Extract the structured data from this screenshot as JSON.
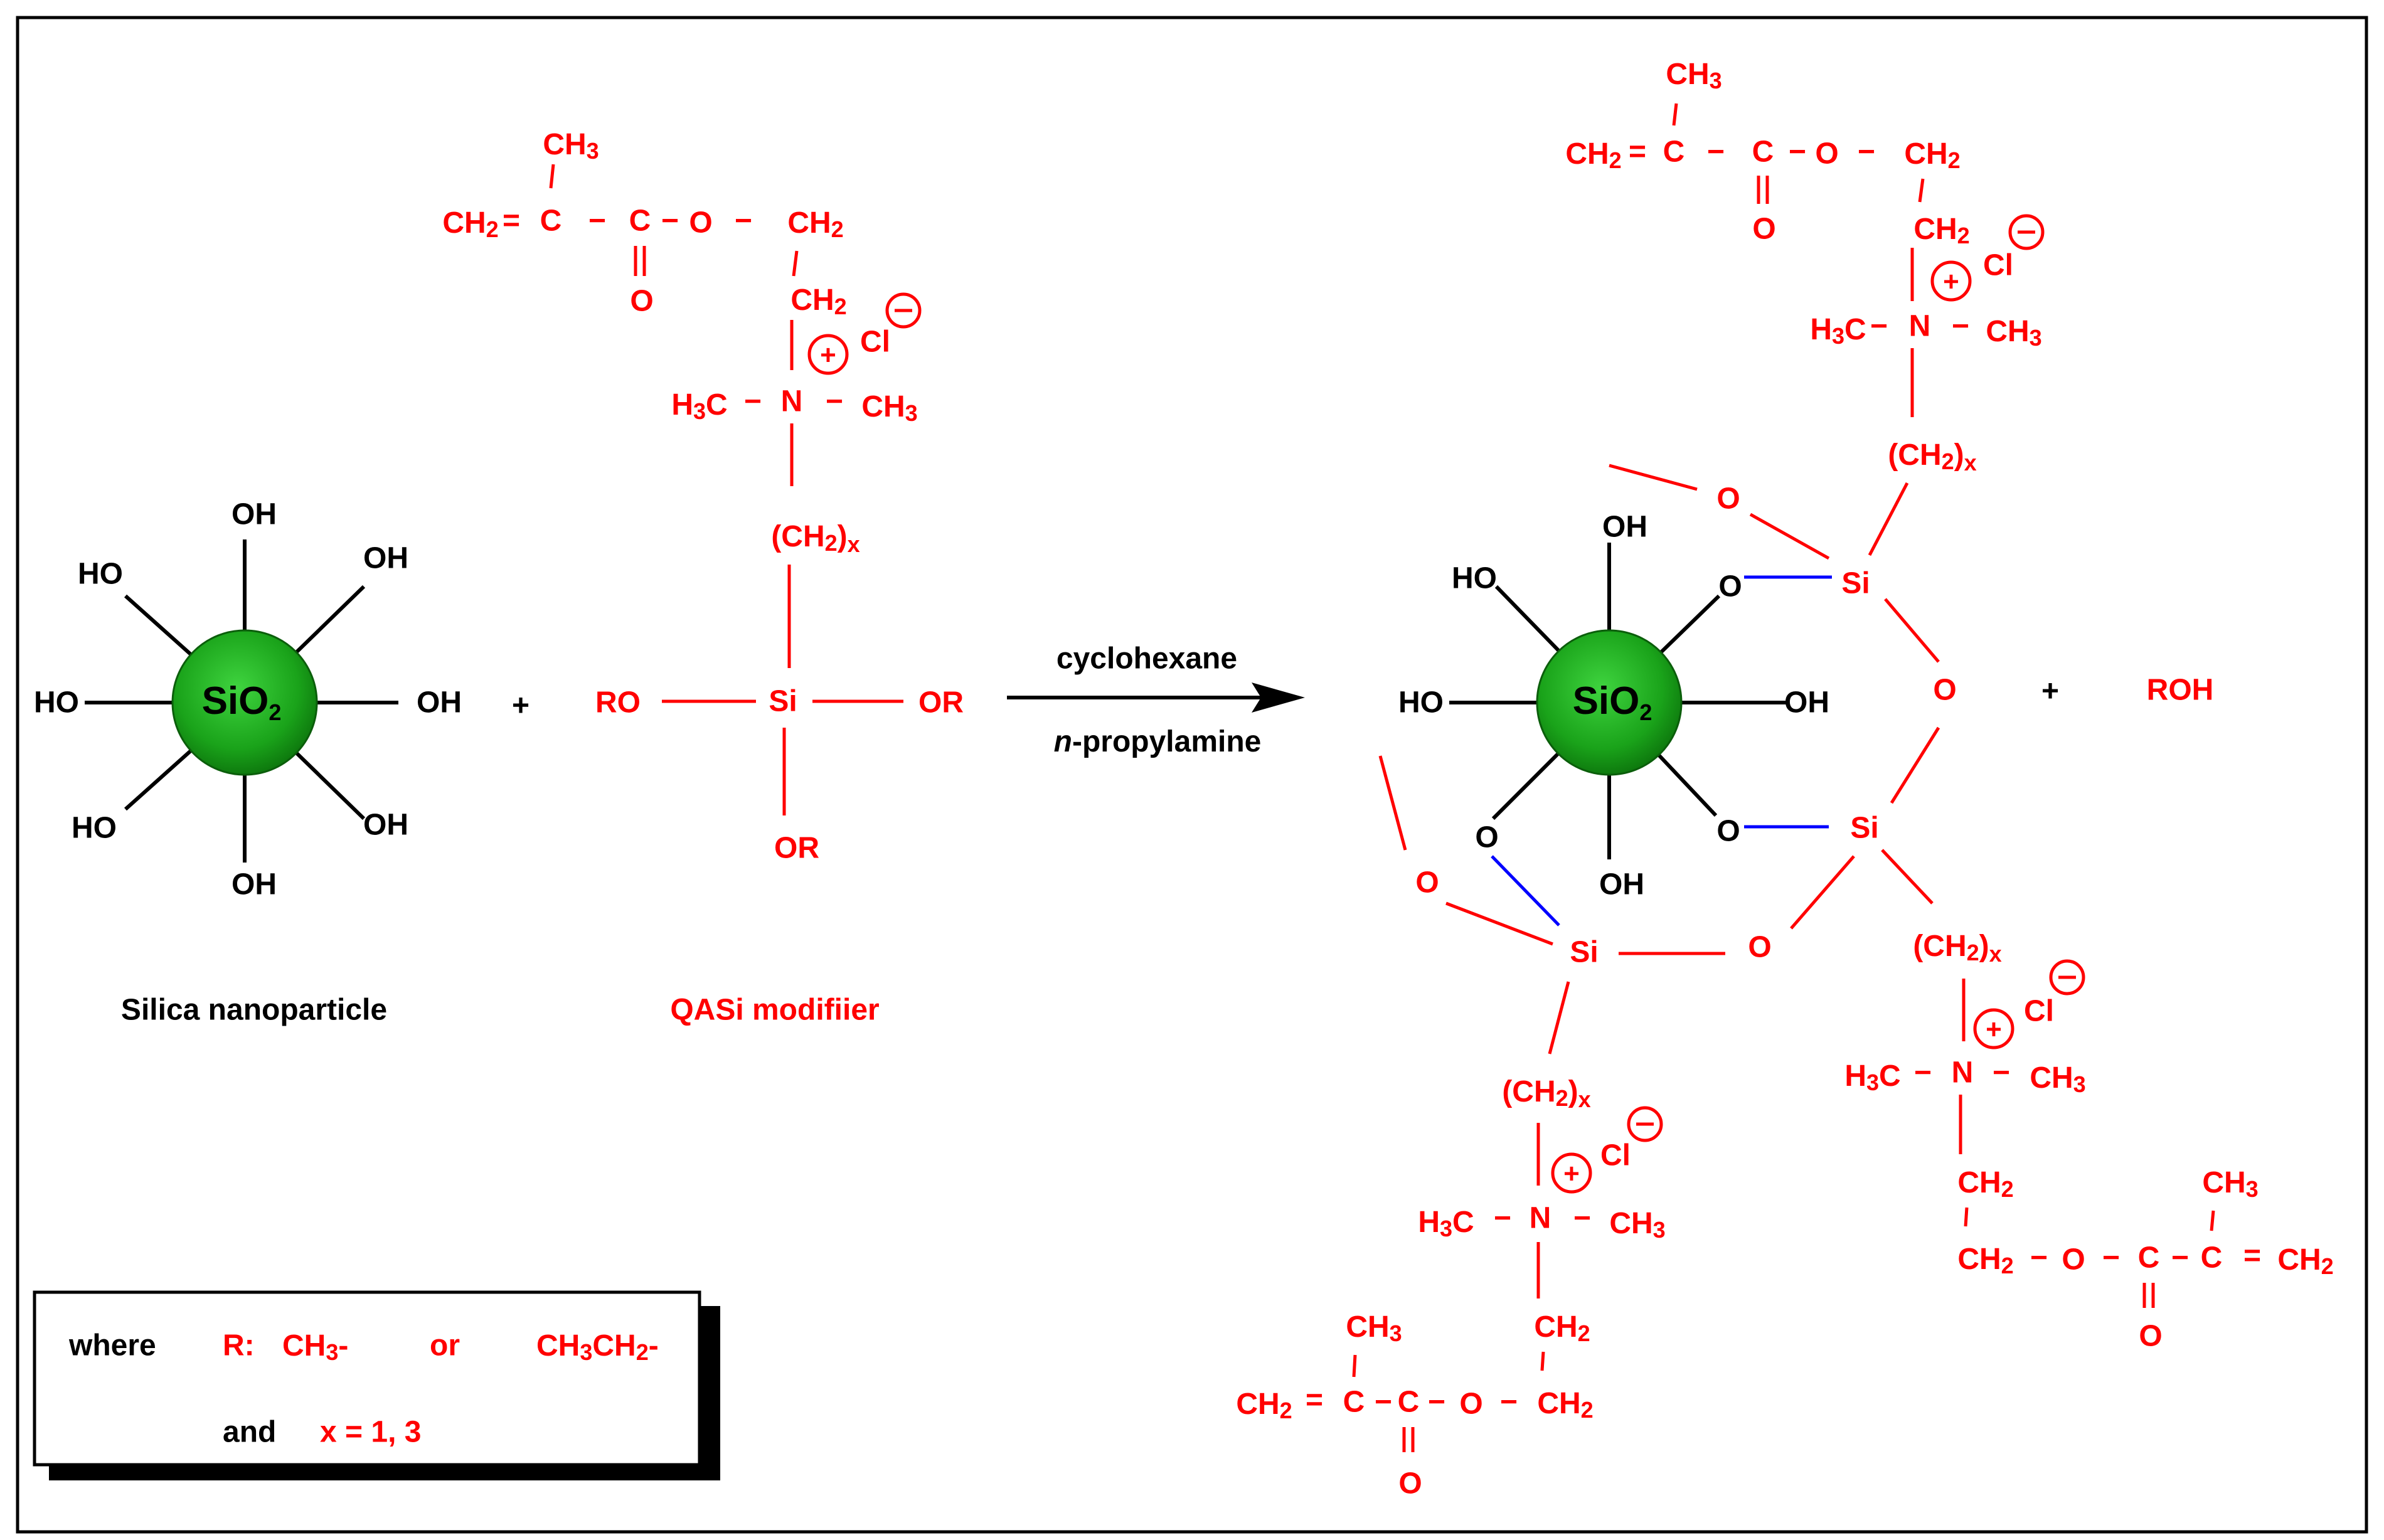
{
  "colors": {
    "reagent_red": "#ff0000",
    "structure_black": "#000000",
    "linkage_blue": "#0000ff",
    "sphere_green": "#1aa31a"
  },
  "atoms": {
    "sio2_core": "SiO",
    "sio2_sub": "2",
    "oh": "OH",
    "ho": "HO",
    "o": "O",
    "si": "Si",
    "ro": "RO",
    "or": "OR",
    "ch3": "CH",
    "ch3_sub": "3",
    "h3c_h": "H",
    "h3c_c": "C",
    "ch2": "CH",
    "ch2_sub": "2",
    "c": "C",
    "n": "N",
    "cl": "Cl",
    "plus": "+",
    "minus": "−",
    "paren_open": "(CH",
    "paren_close": ")",
    "x": "x",
    "bond_single": "−",
    "bond_double": "="
  },
  "reactants": {
    "plus_sign": "+",
    "silica_label": "Silica  nanoparticle",
    "modifier_label": "QASi modifiier"
  },
  "reaction": {
    "solvent": "cyclohexane",
    "catalyst_prefix": "n",
    "catalyst_rest": "-propylamine"
  },
  "products": {
    "plus_sign": "+",
    "byproduct": "ROH"
  },
  "legend": {
    "where": "where",
    "r_label": "R:",
    "r_option1": "CH",
    "r_option1_sub": "3",
    "r_option1_tail": "-",
    "or_word": "or",
    "r_option2_a": "CH",
    "r_option2_a_sub": "3",
    "r_option2_b": "CH",
    "r_option2_b_sub": "2",
    "r_option2_tail": "-",
    "and_word": "and",
    "x_values": "x = 1, 3"
  }
}
